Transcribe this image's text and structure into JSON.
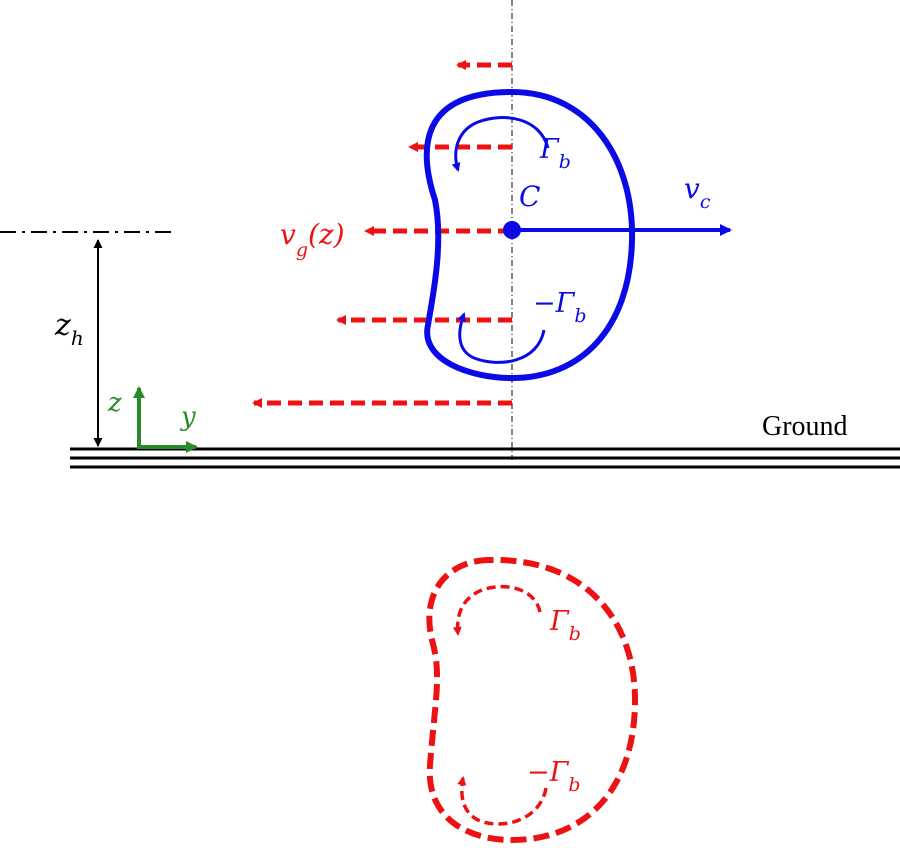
{
  "colors": {
    "vortex": "#0a0ae6",
    "image": "#ee1111",
    "axes": "#2a8a2a",
    "ink": "#000000"
  },
  "labels": {
    "center": "C",
    "velocity": "v",
    "velocity_sub": "c",
    "gamma": "Γ",
    "gamma_sub": "b",
    "minus_gamma": "−Γ",
    "minus_gamma_sub": "b",
    "ground_velocity": "v",
    "ground_velocity_sub": "g",
    "ground_velocity_arg": "(z)",
    "height": "z",
    "height_sub": "h",
    "axis_z": "z",
    "axis_y": "y",
    "ground": "Ground",
    "image_gamma": "Γ",
    "image_gamma_sub": "b",
    "image_minus_gamma": "−Γ",
    "image_minus_gamma_sub": "b"
  }
}
